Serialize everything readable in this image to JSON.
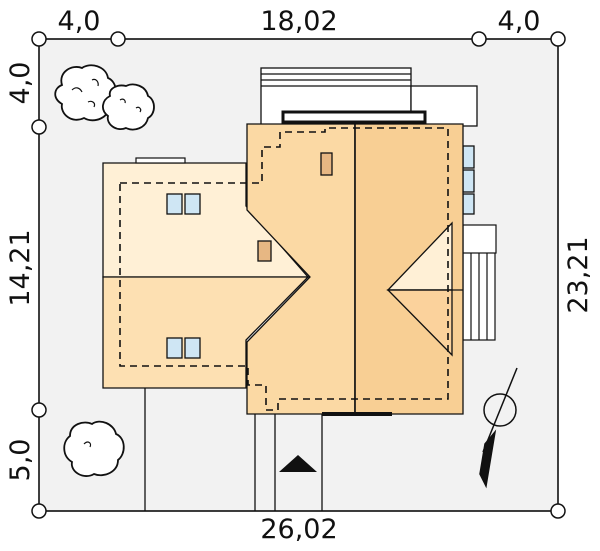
{
  "dimensions": {
    "top_left": "4,0",
    "top_middle": "18,02",
    "top_right": "4,0",
    "left_top": "4,0",
    "left_middle": "14,21",
    "left_bottom": "5,0",
    "right": "23,21",
    "bottom": "26,02"
  },
  "colors": {
    "plot_fill": "#f2f2f2",
    "roof_light": "#fff0d6",
    "roof_medium": "#fde0b2",
    "roof_dark": "#f8cf94",
    "roof_center": "#fbd9a4",
    "chimney": "#e7b783",
    "window": "#cfe6f4",
    "line": "#111111"
  },
  "icons": {
    "north_arrow": "compass-north-arrow-icon",
    "trees": "tree-icon",
    "entrance": "entrance-triangle-icon"
  }
}
